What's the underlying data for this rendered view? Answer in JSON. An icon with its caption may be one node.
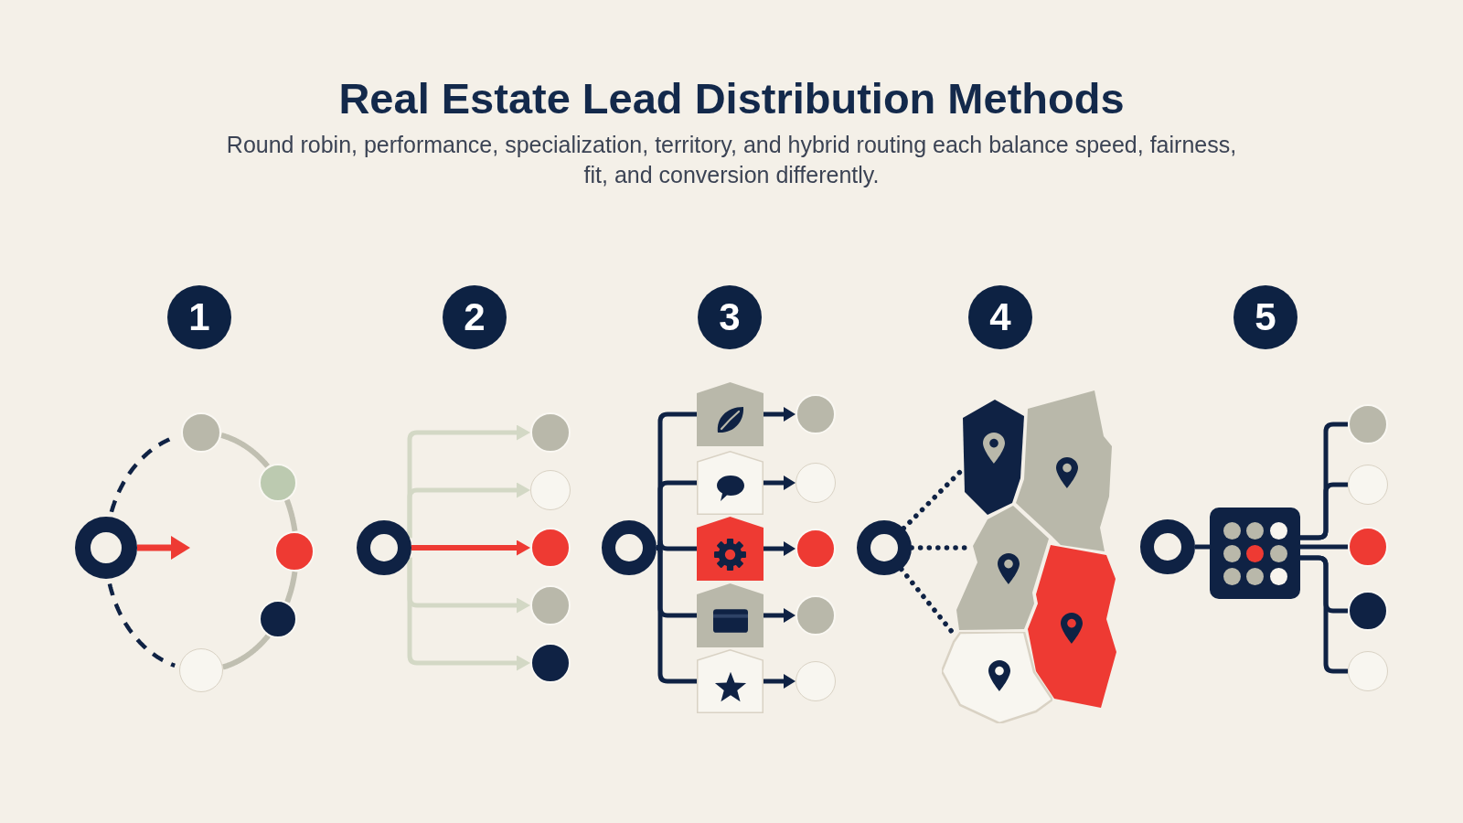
{
  "diagram": {
    "title": "Real Estate Lead Distribution Methods",
    "caption": "Round robin, performance, specialization, territory, and hybrid routing each balance speed, fairness, fit, and conversion differently.",
    "nodes": [
      {
        "text": [
          "1"
        ]
      },
      {
        "text": [],
        "shape": "ring"
      },
      {
        "text": [],
        "shape": "circle"
      },
      {
        "text": [],
        "shape": "circle"
      },
      {
        "text": [],
        "shape": "circle"
      },
      {
        "text": [],
        "shape": "circle"
      },
      {
        "text": [],
        "shape": "circle"
      },
      {
        "text": [
          "2"
        ]
      },
      {
        "text": [],
        "shape": "ring"
      },
      {
        "text": [],
        "shape": "circle"
      },
      {
        "text": [],
        "shape": "circle"
      },
      {
        "text": [],
        "shape": "circle"
      },
      {
        "text": [],
        "shape": "circle"
      },
      {
        "text": [],
        "shape": "circle"
      },
      {
        "text": [
          "3"
        ]
      },
      {
        "text": [],
        "shape": "ring"
      },
      {
        "text": [],
        "shape": "pentagon"
      },
      {
        "text": [],
        "shape": "pentagon"
      },
      {
        "text": [],
        "shape": "pentagon"
      },
      {
        "text": [],
        "shape": "pentagon"
      },
      {
        "text": [],
        "shape": "pentagon"
      },
      {
        "text": [],
        "shape": "circle"
      },
      {
        "text": [],
        "shape": "circle"
      },
      {
        "text": [],
        "shape": "circle"
      },
      {
        "text": [],
        "shape": "circle"
      },
      {
        "text": [],
        "shape": "circle"
      },
      {
        "text": [
          "4"
        ]
      },
      {
        "text": [],
        "shape": "ring"
      },
      {
        "text": [],
        "shape": "polygon"
      },
      {
        "text": [],
        "shape": "polygon"
      },
      {
        "text": [],
        "shape": "polygon"
      },
      {
        "text": [],
        "shape": "polygon"
      },
      {
        "text": [],
        "shape": "polygon"
      },
      {
        "text": [
          "5"
        ]
      },
      {
        "text": [],
        "shape": "ring"
      },
      {
        "text": [],
        "shape": "box"
      },
      {
        "text": [],
        "shape": "circle"
      },
      {
        "text": [],
        "shape": "circle"
      },
      {
        "text": [],
        "shape": "circle"
      },
      {
        "text": [],
        "shape": "circle"
      },
      {
        "text": [],
        "shape": "circle"
      }
    ],
    "edges": [
      {
        "from": 1,
        "to": null,
        "arrow": "to",
        "color": "#ee3a33"
      },
      {
        "from": 1,
        "to": 2,
        "arrow": "none",
        "style": "dashed"
      },
      {
        "from": 2,
        "to": 3,
        "arrow": "none",
        "color": "#c0bfb1"
      },
      {
        "from": 3,
        "to": 4,
        "arrow": "none",
        "color": "#c0bfb1"
      },
      {
        "from": 4,
        "to": 5,
        "arrow": "none",
        "color": "#c0bfb1"
      },
      {
        "from": 5,
        "to": 6,
        "arrow": "none",
        "color": "#c0bfb1"
      },
      {
        "from": 1,
        "to": 6,
        "arrow": "none",
        "style": "dashed"
      },
      {
        "from": 8,
        "to": 9,
        "arrow": "to",
        "color": "#d3d8c5"
      },
      {
        "from": 8,
        "to": 10,
        "arrow": "to",
        "color": "#d3d8c5"
      },
      {
        "from": 8,
        "to": 11,
        "arrow": "to",
        "color": "#ee3a33"
      },
      {
        "from": 8,
        "to": 12,
        "arrow": "to",
        "color": "#d3d8c5"
      },
      {
        "from": 8,
        "to": 13,
        "arrow": "to",
        "color": "#d3d8c5"
      },
      {
        "from": 15,
        "to": 16,
        "arrow": "none"
      },
      {
        "from": 15,
        "to": 17,
        "arrow": "none"
      },
      {
        "from": 15,
        "to": 18,
        "arrow": "none"
      },
      {
        "from": 15,
        "to": 19,
        "arrow": "none"
      },
      {
        "from": 15,
        "to": 20,
        "arrow": "none"
      },
      {
        "from": 16,
        "to": 21,
        "arrow": "to"
      },
      {
        "from": 17,
        "to": 22,
        "arrow": "to"
      },
      {
        "from": 18,
        "to": 23,
        "arrow": "to"
      },
      {
        "from": 19,
        "to": 24,
        "arrow": "to"
      },
      {
        "from": 20,
        "to": 25,
        "arrow": "to"
      },
      {
        "from": 27,
        "to": 28,
        "arrow": "none",
        "style": "dashed"
      },
      {
        "from": 27,
        "to": 30,
        "arrow": "none",
        "style": "dashed"
      },
      {
        "from": 27,
        "to": 32,
        "arrow": "none",
        "style": "dashed"
      },
      {
        "from": 34,
        "to": 35,
        "arrow": "none"
      },
      {
        "from": 35,
        "to": 36,
        "arrow": "none"
      },
      {
        "from": 35,
        "to": 37,
        "arrow": "none"
      },
      {
        "from": 35,
        "to": 38,
        "arrow": "none"
      },
      {
        "from": 35,
        "to": 39,
        "arrow": "none"
      },
      {
        "from": 35,
        "to": 40,
        "arrow": "none"
      }
    ]
  }
}
